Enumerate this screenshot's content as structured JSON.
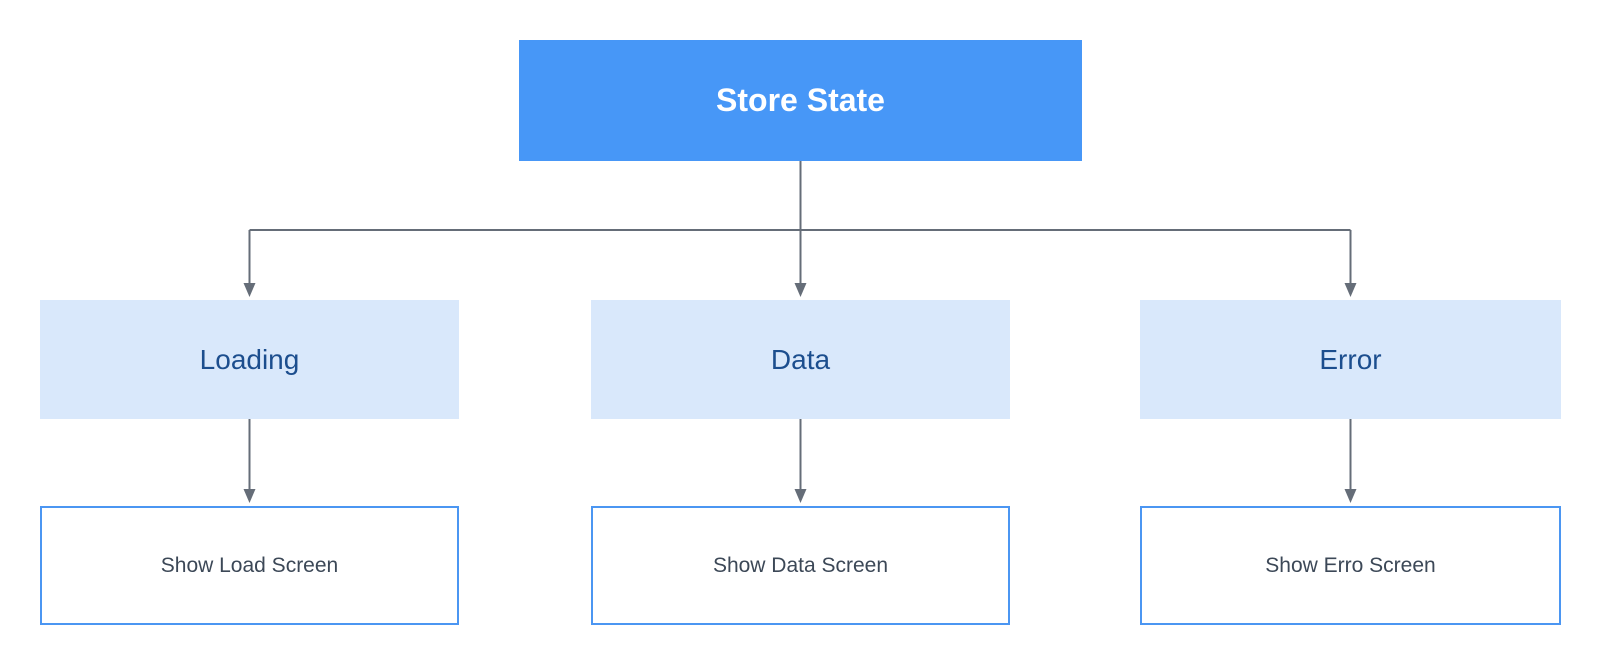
{
  "diagram": {
    "root": {
      "label": "Store State"
    },
    "branches": [
      {
        "state_label": "Loading",
        "action_label": "Show Load Screen"
      },
      {
        "state_label": "Data",
        "action_label": "Show Data Screen"
      },
      {
        "state_label": "Error",
        "action_label": "Show Erro Screen"
      }
    ],
    "colors": {
      "background": "#ffffff",
      "root_fill": "#4797F7",
      "root_text": "#ffffff",
      "state_fill": "#D9E8FB",
      "state_text": "#1C4E8E",
      "action_fill": "#ffffff",
      "action_border": "#4B96F2",
      "action_text": "#3C4857",
      "connector": "#656D78"
    }
  }
}
